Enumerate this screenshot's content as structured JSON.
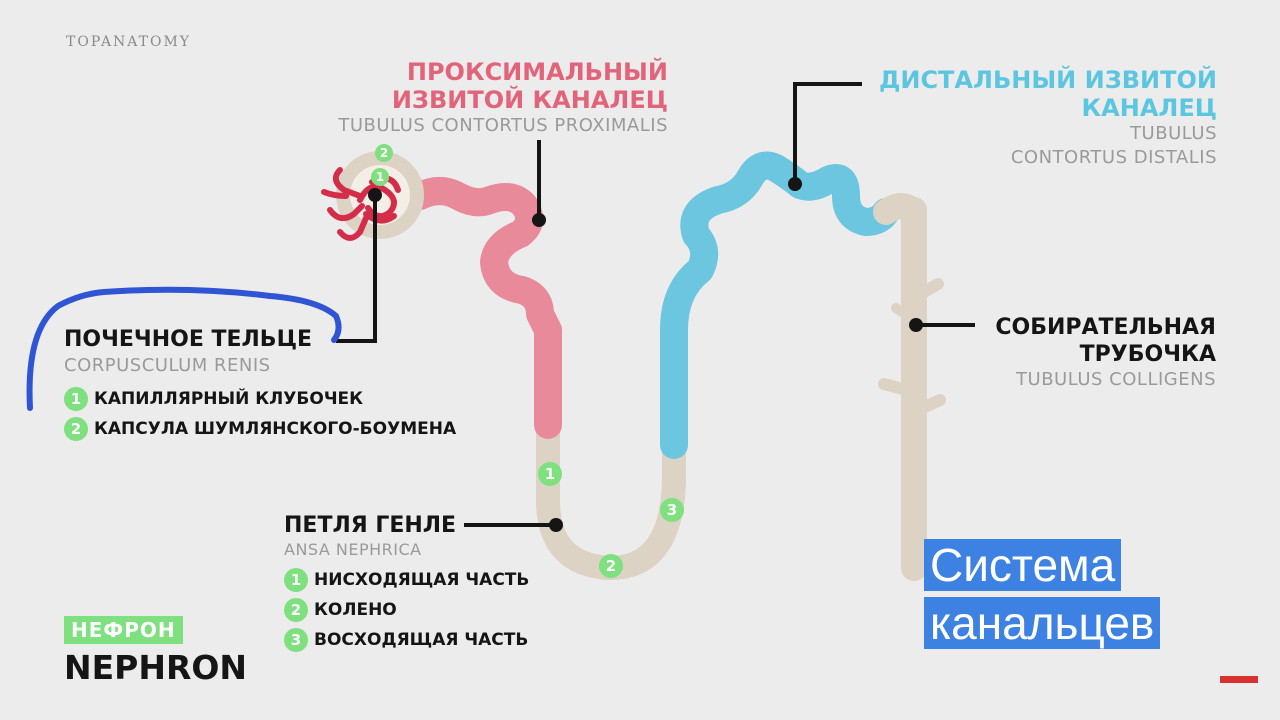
{
  "logo": "TOPANATOMY",
  "proximal": {
    "ru_line1": "ПРОКСИМАЛЬНЫЙ",
    "ru_line2": "ИЗВИТОЙ КАНАЛЕЦ",
    "latin": "TUBULUS CONTORTUS PROXIMALIS"
  },
  "distal": {
    "ru_line1": "ДИСТАЛЬНЫЙ ИЗВИТОЙ",
    "ru_line2": "КАНАЛЕЦ",
    "latin_line1": "TUBULUS",
    "latin_line2": "CONTORTUS DISTALIS"
  },
  "renal_corpuscle": {
    "ru": "ПОЧЕЧНОЕ ТЕЛЬЦЕ",
    "latin": "CORPUSCULUM RENIS",
    "items": [
      {
        "num": "1",
        "label": "КАПИЛЛЯРНЫЙ КЛУБОЧЕК"
      },
      {
        "num": "2",
        "label": "КАПСУЛА ШУМЛЯНСКОГО-БОУМЕНА"
      }
    ]
  },
  "collecting_duct": {
    "ru_line1": "СОБИРАТЕЛЬНАЯ",
    "ru_line2": "ТРУБОЧКА",
    "latin": "TUBULUS COLLIGENS"
  },
  "loop_of_henle": {
    "ru": "ПЕТЛЯ ГЕНЛЕ",
    "latin": "ANSA NEPHRICA",
    "items": [
      {
        "num": "1",
        "label": "НИСХОДЯЩАЯ ЧАСТЬ"
      },
      {
        "num": "2",
        "label": "КОЛЕНО"
      },
      {
        "num": "3",
        "label": "ВОСХОДЯЩАЯ ЧАСТЬ"
      }
    ]
  },
  "markers": {
    "corpuscle_1": "1",
    "corpuscle_2": "2",
    "loop_1": "1",
    "loop_2": "2",
    "loop_3": "3"
  },
  "nephron": {
    "ru": "НЕФРОН",
    "en": "NEPHRON"
  },
  "caption": {
    "line1": "Система",
    "line2": "канальцев"
  },
  "colors": {
    "proximal": "#e88a9a",
    "distal": "#6cc6e0",
    "loop": "#ddd3c4",
    "capillary": "#d42d4a",
    "marker": "#7ee07e",
    "caption_bg": "#3d82e3",
    "annotation": "#2f55d4"
  }
}
